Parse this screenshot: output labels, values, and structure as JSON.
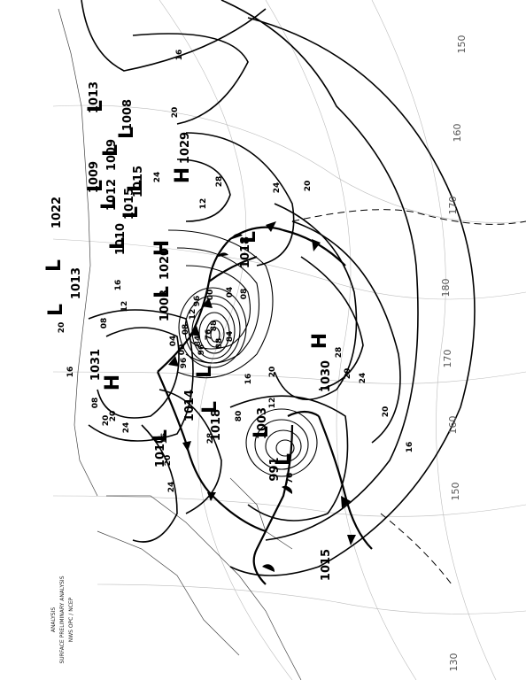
{
  "map": {
    "title_lines": [
      "ANALYSIS",
      "SURFACE PRELIMINARY ANALYSIS",
      "NWS OPC / NCEP"
    ],
    "longitude_labels": [
      "150",
      "160",
      "170",
      "180",
      "170",
      "160",
      "150",
      "130"
    ],
    "isobar_labels": [
      "16",
      "20",
      "24",
      "28",
      "20",
      "24",
      "20",
      "16",
      "20",
      "24",
      "28",
      "20",
      "16",
      "12",
      "08",
      "04",
      "00",
      "96",
      "12",
      "08",
      "04",
      "00",
      "96",
      "88",
      "84",
      "80",
      "76",
      "12",
      "08",
      "20",
      "24",
      "28",
      "16",
      "20",
      "24",
      "16",
      "12",
      "08",
      "16",
      "20",
      "20"
    ],
    "pressure_centers": [
      {
        "letter": "H",
        "value": "1031"
      },
      {
        "letter": "H",
        "value": "1030"
      },
      {
        "letter": "H",
        "value": "1029"
      },
      {
        "letter": "H",
        "value": "1020"
      },
      {
        "letter": "L",
        "value": "1003"
      },
      {
        "letter": "L",
        "value": "991"
      },
      {
        "letter": "L",
        "value": "1018"
      },
      {
        "letter": "L",
        "value": "1014"
      },
      {
        "letter": "L",
        "value": "1010"
      },
      {
        "letter": "L",
        "value": "1018"
      },
      {
        "letter": "L",
        "value": "1003"
      },
      {
        "letter": "L",
        "value": "1013"
      },
      {
        "letter": "L",
        "value": "1022"
      },
      {
        "letter": "L",
        "value": "1009"
      },
      {
        "letter": "L",
        "value": "1013"
      },
      {
        "letter": "L",
        "value": "1008"
      },
      {
        "letter": "L",
        "value": "1015"
      },
      {
        "letter": "L",
        "value": "1010"
      },
      {
        "letter": "L",
        "value": "1009"
      },
      {
        "letter": "L",
        "value": "1012"
      },
      {
        "letter": "L",
        "value": "1015"
      }
    ],
    "central_low_values": [
      "96",
      "84",
      "76",
      "88"
    ],
    "station_marks": [
      "1015"
    ]
  }
}
